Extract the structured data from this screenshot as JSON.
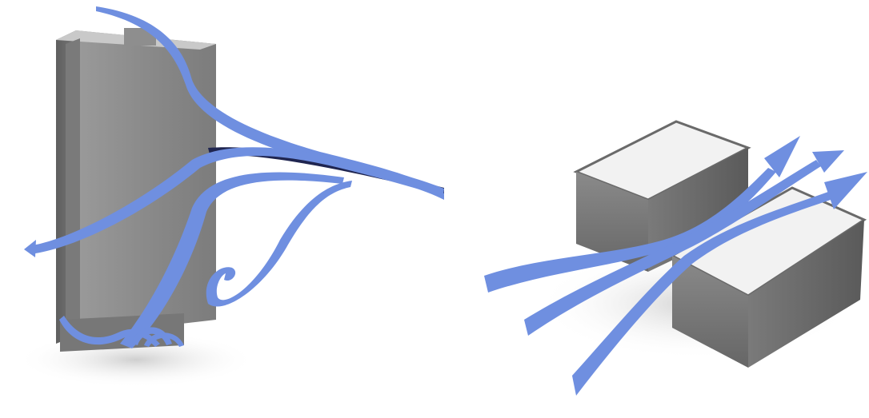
{
  "figure": {
    "panels": [
      {
        "id": "left",
        "depicts": "tall-battery-cell-with-airflow"
      },
      {
        "id": "right",
        "depicts": "two-battery-blocks-with-airflow-between"
      }
    ]
  },
  "colors": {
    "airflow": "#6f8fe0",
    "airflow_dark": "#1f2550",
    "cell_front": "#8c8c8c",
    "cell_side": "#6e6e6e",
    "cell_top": "#f2f2f2",
    "ground_shadow": "#d8d8d8"
  }
}
